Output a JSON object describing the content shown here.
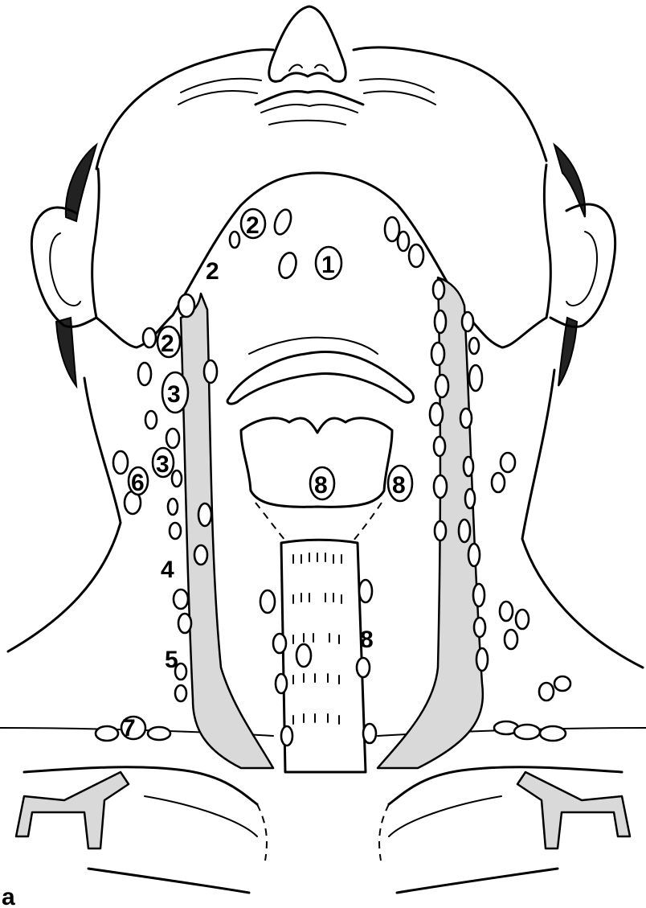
{
  "figure": {
    "panel_label": "a",
    "level_labels": [
      {
        "id": "level-1-submental",
        "text": "1"
      },
      {
        "id": "level-2-submandibular-a",
        "text": "2"
      },
      {
        "id": "level-2-submandibular-b",
        "text": "2"
      },
      {
        "id": "level-2-upper-jugular",
        "text": "2"
      },
      {
        "id": "level-3-mid-jugular-a",
        "text": "3"
      },
      {
        "id": "level-3-mid-jugular-b",
        "text": "3"
      },
      {
        "id": "level-4-lower-jugular",
        "text": "4"
      },
      {
        "id": "level-5-posterior-triangle",
        "text": "5"
      },
      {
        "id": "level-6-occipital",
        "text": "6"
      },
      {
        "id": "level-7-supraclavicular",
        "text": "7"
      },
      {
        "id": "level-8-prelaryngeal-center",
        "text": "8"
      },
      {
        "id": "level-8-prelaryngeal-right",
        "text": "8"
      },
      {
        "id": "level-8-paratracheal",
        "text": "8"
      }
    ]
  }
}
